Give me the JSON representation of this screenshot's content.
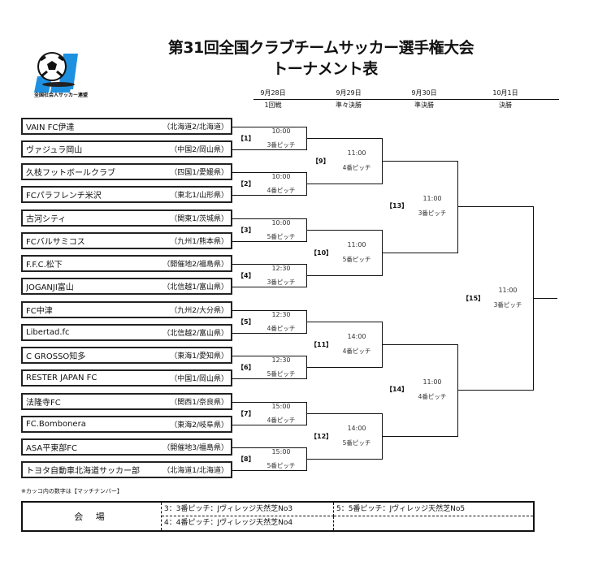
{
  "header": {
    "title_line1": "第31回全国クラブチームサッカー選手権大会",
    "title_line2": "トーナメント表",
    "logo_text": "全国社会人サッカー連盟"
  },
  "rounds": [
    {
      "date": "9月28日",
      "name": "1回戦"
    },
    {
      "date": "9月29日",
      "name": "準々決勝"
    },
    {
      "date": "9月30日",
      "name": "準決勝"
    },
    {
      "date": "10月1日",
      "name": "決勝"
    }
  ],
  "teams": [
    {
      "name": "VAIN  FC伊達",
      "region": "（北海道2/北海道）"
    },
    {
      "name": "ヴァジュラ岡山",
      "region": "（中国2/岡山県）"
    },
    {
      "name": "久枝フットボールクラブ",
      "region": "（四国1/愛媛県）"
    },
    {
      "name": "FCパラフレンチ米沢",
      "region": "（東北1/山形県）"
    },
    {
      "name": "古河シティ",
      "region": "（関東1/茨城県）"
    },
    {
      "name": "FCバルサミコス",
      "region": "（九州1/熊本県）"
    },
    {
      "name": "F.F.C.松下",
      "region": "（開催地2/福島県）"
    },
    {
      "name": "JOGANJI富山",
      "region": "（北信越1/富山県）"
    },
    {
      "name": "FC中津",
      "region": "（九州2/大分県）"
    },
    {
      "name": "Libertad.fc",
      "region": "（北信越2/富山県）"
    },
    {
      "name": "C GROSSO知多",
      "region": "（東海1/愛知県）"
    },
    {
      "name": "RESTER JAPAN FC",
      "region": "（中国1/岡山県）"
    },
    {
      "name": "法隆寺FC",
      "region": "（関西1/奈良県）"
    },
    {
      "name": "FC.Bombonera",
      "region": "（東海2/岐阜県）"
    },
    {
      "name": "ASA平東部FC",
      "region": "（開催地3/福島県）"
    },
    {
      "name": "トヨタ自動車北海道サッカー部",
      "region": "（北海道1/北海道）"
    }
  ],
  "matches": [
    {
      "no": "【1】",
      "time": "10:00",
      "pitch": "3番ピッチ"
    },
    {
      "no": "【2】",
      "time": "10:00",
      "pitch": "4番ピッチ"
    },
    {
      "no": "【3】",
      "time": "10:00",
      "pitch": "5番ピッチ"
    },
    {
      "no": "【4】",
      "time": "12:30",
      "pitch": "3番ピッチ"
    },
    {
      "no": "【5】",
      "time": "12:30",
      "pitch": "4番ピッチ"
    },
    {
      "no": "【6】",
      "time": "12:30",
      "pitch": "5番ピッチ"
    },
    {
      "no": "【7】",
      "time": "15:00",
      "pitch": "4番ピッチ"
    },
    {
      "no": "【8】",
      "time": "15:00",
      "pitch": "5番ピッチ"
    },
    {
      "no": "【9】",
      "time": "11:00",
      "pitch": "4番ピッチ"
    },
    {
      "no": "【10】",
      "time": "11:00",
      "pitch": "5番ピッチ"
    },
    {
      "no": "【11】",
      "time": "14:00",
      "pitch": "4番ピッチ"
    },
    {
      "no": "【12】",
      "time": "14:00",
      "pitch": "5番ピッチ"
    },
    {
      "no": "【13】",
      "time": "11:00",
      "pitch": "3番ピッチ"
    },
    {
      "no": "【14】",
      "time": "11:00",
      "pitch": "4番ピッチ"
    },
    {
      "no": "【15】",
      "time": "11:00",
      "pitch": "3番ピッチ"
    }
  ],
  "footer": {
    "note": "※カッコ内の数字は【マッチナンバー】",
    "venue_label": "会 場",
    "venues": [
      "3：3番ピッチ：Jヴィレッジ天然芝No3",
      "5：5番ピッチ：Jヴィレッジ天然芝No5",
      "4：4番ピッチ：Jヴィレッジ天然芝No4"
    ]
  }
}
